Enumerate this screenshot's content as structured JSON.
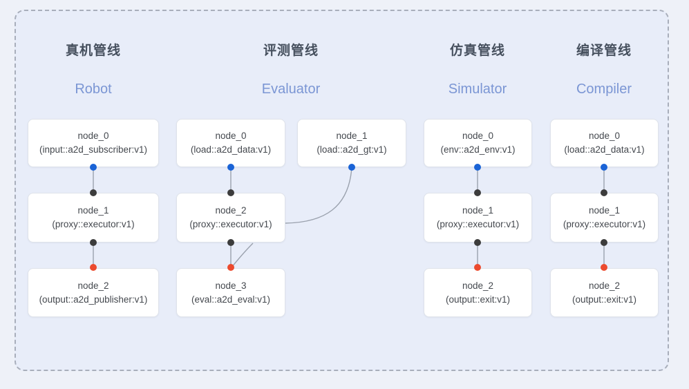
{
  "diagram": {
    "background_color": "#eef1f8",
    "group_background_color": "#e8edf9",
    "group_border_color": "#a8aebb",
    "accent_color": "#7b96d4",
    "port_colors": {
      "output_blue": "#1a63d6",
      "port_dark": "#3c3c3c",
      "input_red": "#ec4a2e"
    }
  },
  "columns": [
    {
      "title_cn": "真机管线",
      "title_en": "Robot",
      "nodes": [
        {
          "name": "node_0",
          "type": "(input::a2d_subscriber:v1)"
        },
        {
          "name": "node_1",
          "type": "(proxy::executor:v1)"
        },
        {
          "name": "node_2",
          "type": "(output::a2d_publisher:v1)"
        }
      ]
    },
    {
      "title_cn": "评测管线",
      "title_en": "Evaluator",
      "nodes": [
        {
          "name": "node_0",
          "type": "(load::a2d_data:v1)"
        },
        {
          "name": "node_1",
          "type": "(load::a2d_gt:v1)"
        },
        {
          "name": "node_2",
          "type": "(proxy::executor:v1)"
        },
        {
          "name": "node_3",
          "type": "(eval::a2d_eval:v1)"
        }
      ]
    },
    {
      "title_cn": "仿真管线",
      "title_en": "Simulator",
      "nodes": [
        {
          "name": "node_0",
          "type": "(env::a2d_env:v1)"
        },
        {
          "name": "node_1",
          "type": "(proxy::executor:v1)"
        },
        {
          "name": "node_2",
          "type": "(output::exit:v1)"
        }
      ]
    },
    {
      "title_cn": "编译管线",
      "title_en": "Compiler",
      "nodes": [
        {
          "name": "node_0",
          "type": "(load::a2d_data:v1)"
        },
        {
          "name": "node_1",
          "type": "(proxy::executor:v1)"
        },
        {
          "name": "node_2",
          "type": "(output::exit:v1)"
        }
      ]
    }
  ]
}
